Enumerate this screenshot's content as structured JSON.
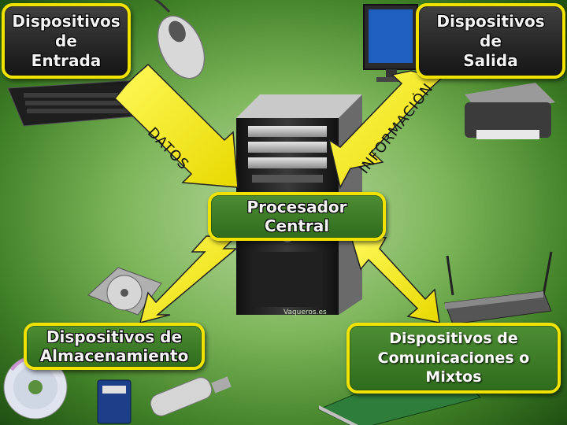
{
  "boxes": {
    "input": "Dispositivos\nde\nEntrada",
    "output": "Dispositivos\nde\nSalida",
    "processor": "Procesador\nCentral",
    "storage": "Dispositivos de\nAlmacenamiento",
    "comms": "Dispositivos de\nComunicaciones o\nMixtos"
  },
  "arrow_labels": {
    "datos": "DATOS",
    "informacion": "INFORMACIÓN"
  },
  "watermark": "Vaqueros.es",
  "icons": [
    "mouse-icon",
    "keyboard-icon",
    "monitor-icon",
    "printer-icon",
    "pc-tower-icon",
    "hard-drive-icon",
    "cd-icon",
    "memory-card-icon",
    "usb-drive-icon",
    "router-icon",
    "network-card-icon"
  ]
}
